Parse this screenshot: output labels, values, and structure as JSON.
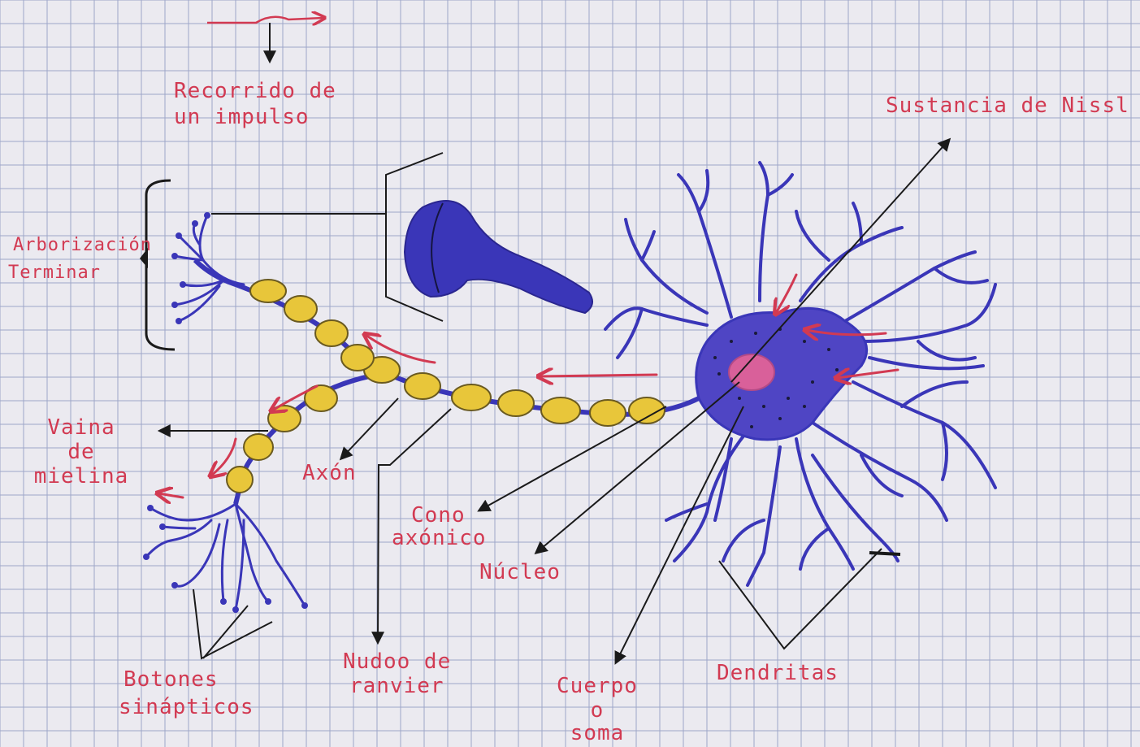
{
  "labels": {
    "impulse_line1": "Recorrido de",
    "impulse_line2": "un impulso",
    "nissl": "Sustancia de Nissl",
    "arborization_line1": "Arborización",
    "arborization_line2": "Terminar",
    "myelin_line1": "Vaina",
    "myelin_line2": "de",
    "myelin_line3": "mielina",
    "axon": "Axón",
    "axon_hillock_line1": "Cono",
    "axon_hillock_line2": "axónico",
    "nucleus": "Núcleo",
    "ranvier_line1": "Nudoo de",
    "ranvier_line2": "ranvier",
    "boutons_line1": "Botones",
    "boutons_line2": "sinápticos",
    "soma_line1": "Cuerpo",
    "soma_line2": "o",
    "soma_line3": "soma",
    "dendrites": "Dendritas"
  },
  "colors": {
    "paper": "#ebeaf0",
    "grid": "#9ea6c8",
    "label_red": "#d23a52",
    "neuron_blue": "#3a36b8",
    "myelin_yellow": "#e8c63a",
    "nucleus_pink": "#d9609a",
    "pointer_black": "#1a1a1a"
  }
}
